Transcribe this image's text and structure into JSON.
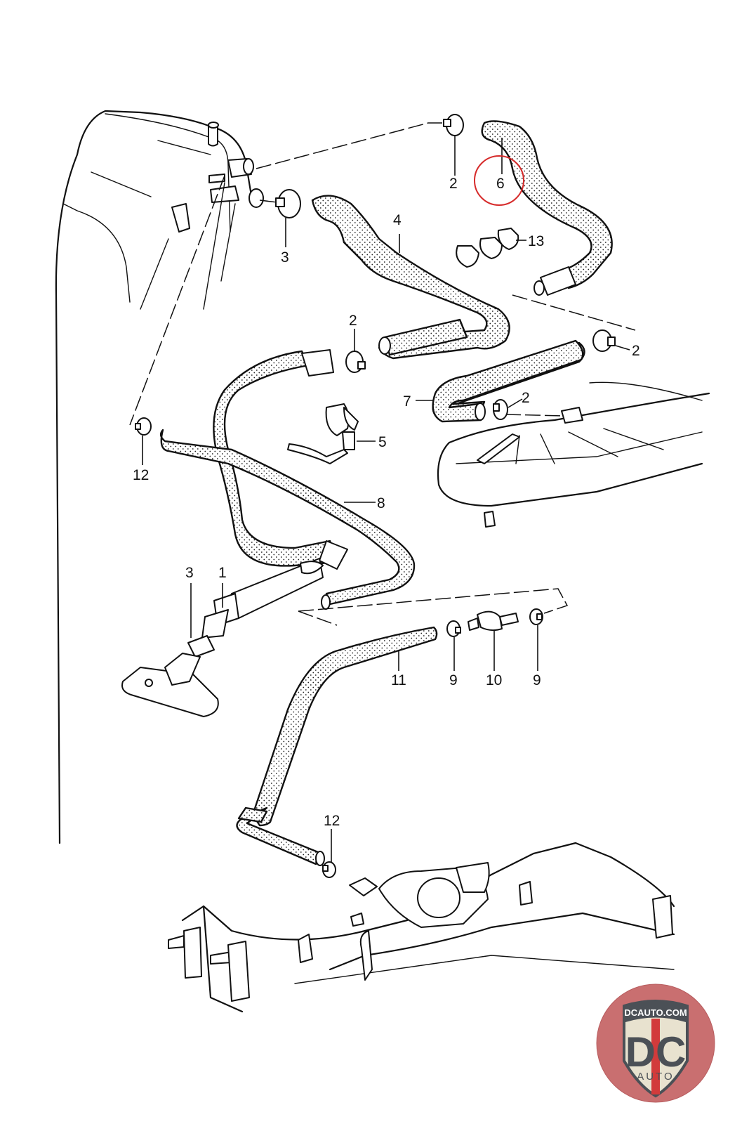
{
  "diagram": {
    "title": "Crankcase breather / oil vent hose system (exploded parts view)",
    "callouts": [
      {
        "id": "c2-top",
        "label": "2"
      },
      {
        "id": "c6",
        "label": "6",
        "highlighted": true
      },
      {
        "id": "c3-top",
        "label": "3"
      },
      {
        "id": "c4",
        "label": "4"
      },
      {
        "id": "c13",
        "label": "13"
      },
      {
        "id": "c2-mid",
        "label": "2"
      },
      {
        "id": "c2-right",
        "label": "2"
      },
      {
        "id": "c7",
        "label": "7"
      },
      {
        "id": "c2-lower",
        "label": "2"
      },
      {
        "id": "c5",
        "label": "5"
      },
      {
        "id": "c12-left",
        "label": "12"
      },
      {
        "id": "c8",
        "label": "8"
      },
      {
        "id": "c3-low",
        "label": "3"
      },
      {
        "id": "c1",
        "label": "1"
      },
      {
        "id": "c11",
        "label": "11"
      },
      {
        "id": "c9-left",
        "label": "9"
      },
      {
        "id": "c10",
        "label": "10"
      },
      {
        "id": "c9-right",
        "label": "9"
      },
      {
        "id": "c12-bottom",
        "label": "12"
      }
    ],
    "highlight_color": "#d62a2a"
  },
  "logo": {
    "top_text": "DCAUTO.COM",
    "mark": "DC",
    "sub_text": "AUTO",
    "colors": {
      "ring": "#c96f70",
      "shield": "#e8e2cf",
      "letters": "#4b5056",
      "stripe": "#d23b3b"
    }
  }
}
